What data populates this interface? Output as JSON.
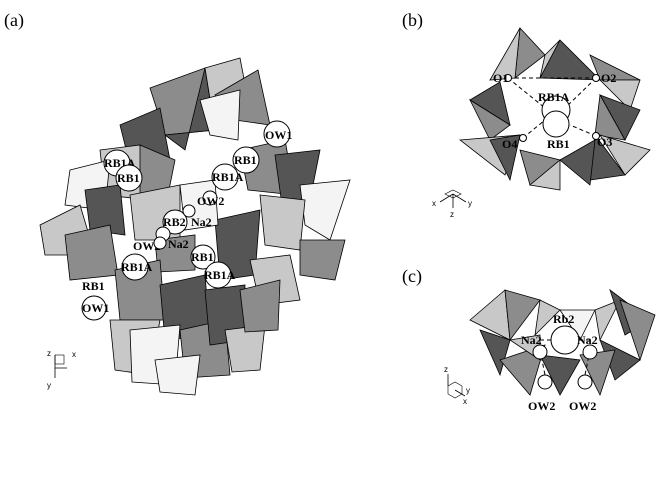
{
  "panels": {
    "a": {
      "label": "(a)",
      "atoms": [
        "OW1",
        "RB1A",
        "RB1",
        "RB1",
        "RB1A",
        "OW2",
        "RB2",
        "Na2",
        "OW2",
        "Na2",
        "RB1",
        "RB1A",
        "RB1A",
        "RB1",
        "OW1"
      ],
      "axes": {
        "z": "z",
        "x": "x",
        "y": "y"
      }
    },
    "b": {
      "label": "(b)",
      "atoms": [
        "O1",
        "O2",
        "RB1A",
        "O4",
        "RB1",
        "O3"
      ],
      "axes": {
        "x": "x",
        "z": "z",
        "y": "y"
      }
    },
    "c": {
      "label": "(c)",
      "atoms": [
        "Rb2",
        "Na2",
        "Na2",
        "OW2",
        "OW2"
      ],
      "axes": {
        "z": "z",
        "y": "y",
        "x": "x"
      }
    }
  }
}
